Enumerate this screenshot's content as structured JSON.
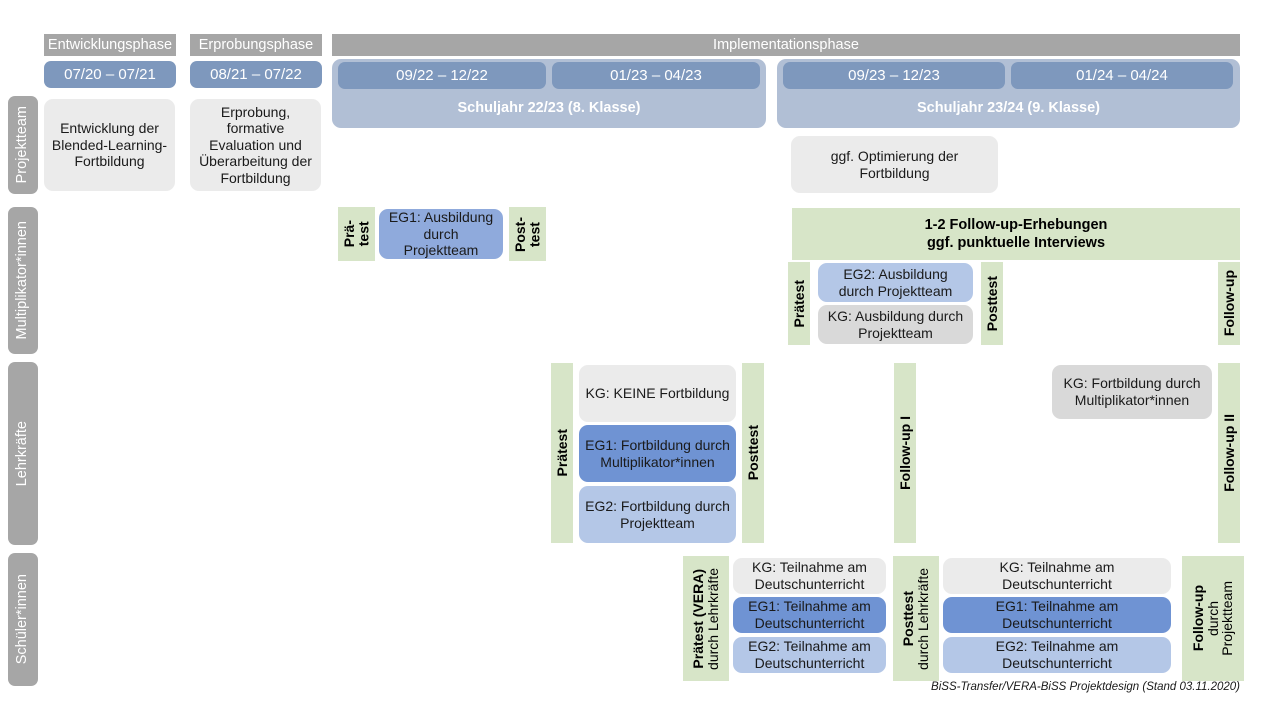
{
  "diagram": {
    "title": "BiSS-Transfer/VERA-BiSS Projektdesign",
    "footer": "BiSS-Transfer/VERA-BiSS Projektdesign (Stand 03.11.2020)"
  },
  "colors": {
    "grey_header": "#a6a6a6",
    "period_blue": "#7e98bd",
    "schuljahr_blue": "#b1bfd5",
    "box_grey_light": "#ebebeb",
    "box_grey": "#d9d9d9",
    "eg1_blue": "#8faadc",
    "eg1_dark_blue": "#6f93d3",
    "eg2_blue": "#b4c7e7",
    "green": "#d7e5c8"
  },
  "phases": [
    {
      "label": "Entwicklungsphase"
    },
    {
      "label": "Erprobungsphase"
    },
    {
      "label": "Implementationsphase"
    }
  ],
  "periods": [
    {
      "label": "07/20 – 07/21"
    },
    {
      "label": "08/21 – 07/22"
    },
    {
      "label": "09/22 – 12/22"
    },
    {
      "label": "01/23 – 04/23"
    },
    {
      "label": "09/23 – 12/23"
    },
    {
      "label": "01/24 – 04/24"
    }
  ],
  "schooljahre": [
    {
      "label": "Schuljahr 22/23 (8. Klasse)"
    },
    {
      "label": "Schuljahr 23/24 (9. Klasse)"
    }
  ],
  "rows": [
    {
      "label": "Projektteam"
    },
    {
      "label": "Multiplikator*innen"
    },
    {
      "label": "Lehrkräfte"
    },
    {
      "label": "Schüler*innen"
    }
  ],
  "projektteam": {
    "entwicklung": "Entwicklung der Blended-Learning-Fortbildung",
    "erprobung": "Erprobung, formative Evaluation und Überarbeitung der Fortbildung",
    "optimierung": "ggf. Optimierung der Fortbildung"
  },
  "multiplikatoren": {
    "praetest_short": "Prä-\ntest",
    "praetest_short_l1": "Prä-",
    "praetest_short_l2": "test",
    "posttest_short_l1": "Post-",
    "posttest_short_l2": "test",
    "eg1_ausbildung": "EG1: Ausbildung durch Projektteam",
    "followup_banner_l1": "1-2 Follow-up-Erhebungen",
    "followup_banner_l2": "ggf. punktuelle Interviews",
    "praetest": "Prätest",
    "posttest": "Posttest",
    "followup": "Follow-up",
    "eg2_ausbildung": "EG2: Ausbildung durch Projektteam",
    "kg_ausbildung": "KG: Ausbildung durch Projektteam"
  },
  "lehrkraefte": {
    "praetest": "Prätest",
    "posttest": "Posttest",
    "followup1": "Follow-up I",
    "followup2": "Follow-up II",
    "kg_keine": "KG:  KEINE Fortbildung",
    "eg1": "EG1: Fortbildung durch Multiplikator*innen",
    "eg2": "EG2: Fortbildung durch Projektteam",
    "kg_fortbildung": "KG: Fortbildung durch Multiplikator*innen"
  },
  "schueler": {
    "praetest_bold": "Prätest (VERA)",
    "praetest_reg": "durch Lehrkräfte",
    "posttest_bold": "Posttest",
    "posttest_reg": "durch Lehrkräfte",
    "followup_bold": "Follow-up",
    "followup_reg1": "durch",
    "followup_reg2": "Projektteam",
    "kg": "KG: Teilnahme am Deutschunterricht",
    "eg1": "EG1: Teilnahme am Deutschunterricht",
    "eg2": "EG2: Teilnahme am Deutschunterricht"
  }
}
